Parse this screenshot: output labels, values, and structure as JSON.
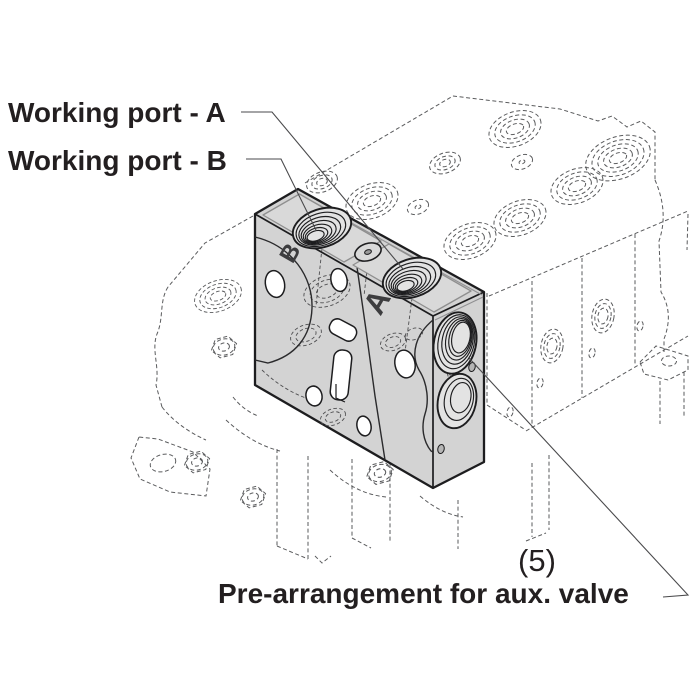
{
  "diagram": {
    "kind": "isometric-technical-illustration",
    "labels": {
      "working_port_a": "Working port - A",
      "working_port_b": "Working port - B",
      "item_number": "(5)",
      "aux_valve_note": "Pre-arrangement for aux. valve"
    },
    "engravings": {
      "port_a": "A",
      "port_b": "B"
    },
    "colors": {
      "background": "#ffffff",
      "outline": "#1d1d1f",
      "phantom_line": "#5a5b5d",
      "block_fill": "#d3d3d3",
      "pad_fill": "#d9d9d9",
      "text": "#231f20"
    }
  }
}
